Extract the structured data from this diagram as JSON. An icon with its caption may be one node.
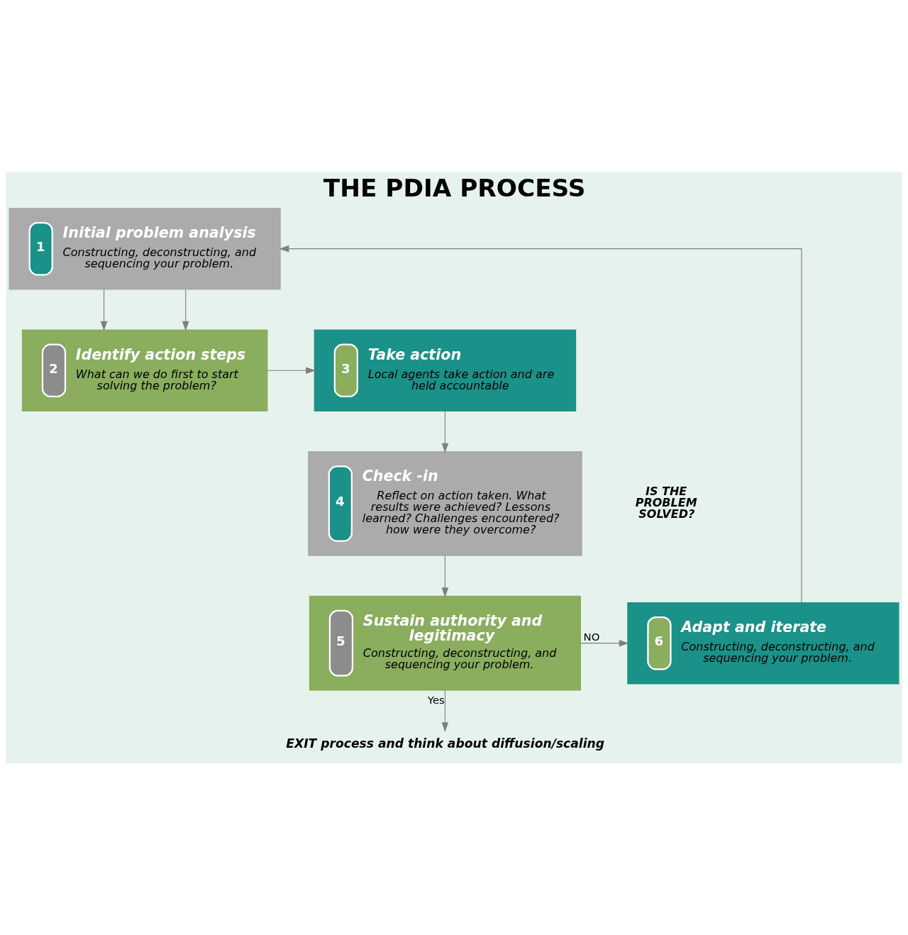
{
  "diagram": {
    "title": "THE PDIA PROCESS",
    "nodes": [
      {
        "text": [
          "1",
          "Initial problem analysis",
          "Constructing, deconstructing, and sequencing your problem."
        ]
      },
      {
        "text": [
          "2",
          "Identify action steps",
          "What can we do first to start solving the problem?"
        ]
      },
      {
        "text": [
          "3",
          "Take action",
          "Local agents take action and are held accountable"
        ]
      },
      {
        "text": [
          "4",
          "Check -in",
          "Reflect on action taken. What results were achieved? Lessons learned? Challenges encountered? how were they overcome?"
        ]
      },
      {
        "text": [
          "5",
          "Sustain authority and legitimacy",
          "Constructing, deconstructing, and sequencing your problem."
        ]
      },
      {
        "text": [
          "6",
          "Adapt and iterate",
          "Constructing, deconstructing, and sequencing your problem."
        ]
      },
      {
        "text": [
          "EXIT process and think about diffusion/scaling"
        ]
      }
    ],
    "edges": [
      {
        "from": 0,
        "to": 1,
        "arrow": "to"
      },
      {
        "from": 0,
        "to": 1,
        "arrow": "to"
      },
      {
        "from": 1,
        "to": 2,
        "arrow": "to"
      },
      {
        "from": 2,
        "to": 3,
        "arrow": "to"
      },
      {
        "from": 3,
        "to": 4,
        "arrow": "to"
      },
      {
        "from": 4,
        "to": 5,
        "arrow": "to",
        "label": "NO"
      },
      {
        "from": 4,
        "to": 6,
        "arrow": "to",
        "label": "Yes"
      },
      {
        "from": 5,
        "to": 0,
        "arrow": "to"
      }
    ],
    "labels": [
      "IS THE PROBLEM SOLVED?"
    ]
  }
}
